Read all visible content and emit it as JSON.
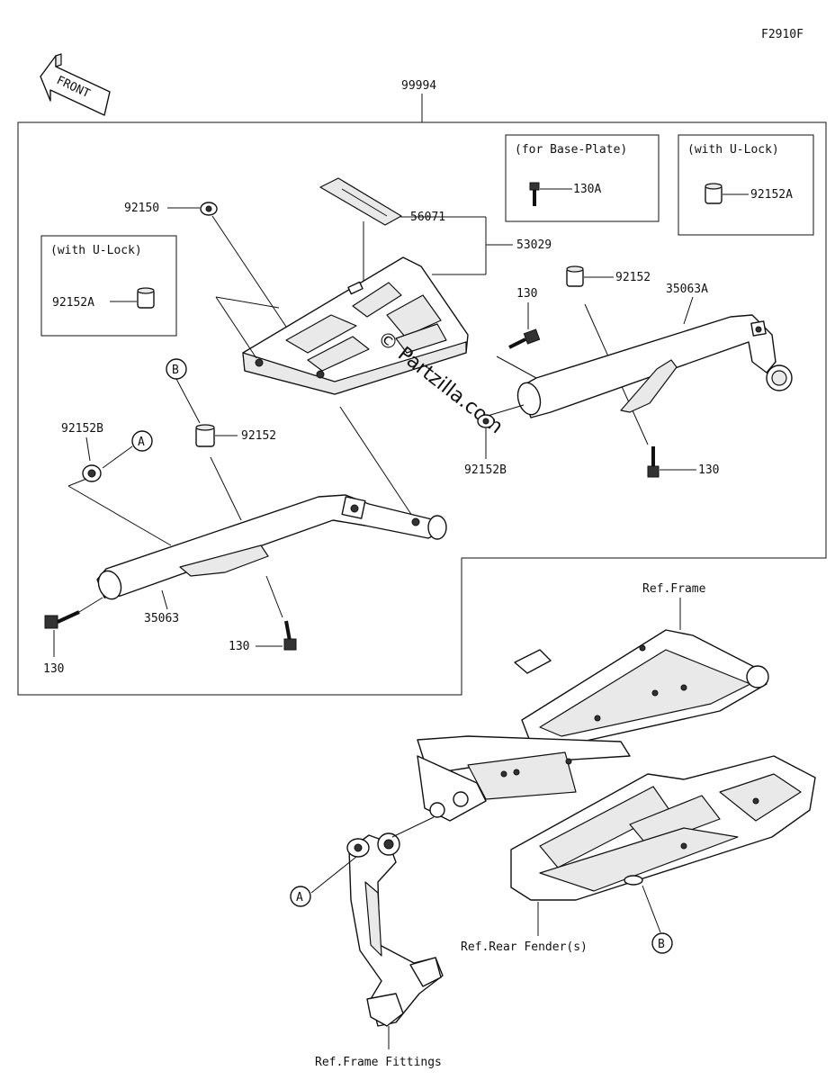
{
  "diagram_code": "F2910F",
  "front_label": "FRONT",
  "assembly_number": "99994",
  "watermark": "© Partzilla.com",
  "notes": {
    "for_base_plate": "(for Base-Plate)",
    "with_u_lock": "(with U-Lock)"
  },
  "callouts": {
    "A": "A",
    "B": "B"
  },
  "parts": {
    "p92150": "92150",
    "p56071": "56071",
    "p53029": "53029",
    "p130A": "130A",
    "p92152A_right": "92152A",
    "p92152A_left": "92152A",
    "p92152_right": "92152",
    "p92152_left": "92152",
    "p35063A": "35063A",
    "p35063": "35063",
    "p130_a": "130",
    "p130_b": "130",
    "p130_c": "130",
    "p130_d": "130",
    "p92152B_right": "92152B",
    "p92152B_left": "92152B"
  },
  "references": {
    "frame": "Ref.Frame",
    "rear_fender": "Ref.Rear Fender(s)",
    "frame_fittings": "Ref.Frame Fittings"
  }
}
